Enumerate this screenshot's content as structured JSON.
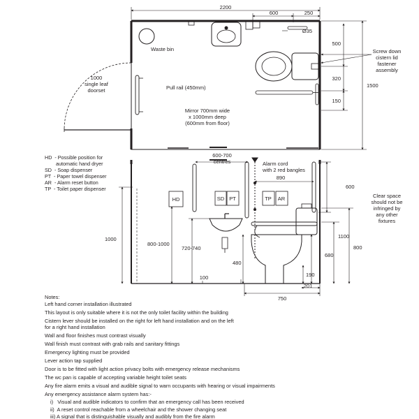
{
  "plan": {
    "overall_width": "2200",
    "dim_600": "600",
    "dim_250": "250",
    "dim_35": "Ø35",
    "dim_500": "500",
    "dim_320": "320",
    "dim_150": "150",
    "dim_1500": "1500",
    "waste_bin": "Waste bin",
    "door_lines": [
      "1000",
      "single leaf",
      "doorset"
    ],
    "pull_rail": "Pull rail (450mm)",
    "screw_lines": [
      "Screw down",
      "cistern lid",
      "fastener",
      "assembly"
    ],
    "mirror_lines": [
      "Mirror 700mm wide",
      "x 1000mm deep",
      "(600mm from floor)"
    ]
  },
  "elevation": {
    "centres_lines": [
      "600-700",
      "centres"
    ],
    "alarm_lines": [
      "Alarm cord",
      "with 2 red bangles"
    ],
    "dim_890": "890",
    "dim_600": "600",
    "clear_lines": [
      "Clear space",
      "should not be",
      "infringed by",
      "any other",
      "fixtures"
    ],
    "dim_1100": "1100",
    "dim_800": "800",
    "dim_680": "680",
    "dim_190": "190",
    "dim_201": "201",
    "dim_750": "750",
    "dim_1000": "1000",
    "dim_800_1000": "800-1000",
    "dim_720_740": "720-740",
    "dim_480": "480",
    "dim_100": "100",
    "box_hd": "HD",
    "box_sd": "SD",
    "box_pt": "PT",
    "box_tp": "TP",
    "box_ar": "AR"
  },
  "legend": [
    "HD  - Possible position for",
    "        automatic hand dryer",
    "SD  - Soap dispenser",
    "PT  - Paper towel dispenser",
    "AR  - Alarm reset button",
    "TP  - Toilet paper dispenser"
  ],
  "notes": {
    "heading": "Notes:",
    "lines": [
      "Left hand corner installation illustrated",
      "This layout is only suitable where it is not the only toilet facility within the building",
      "Cistern lever should be installed on the right for left hand installation and on the left",
      "for a right hand installation",
      "Wall and floor finishes must contrast visually",
      "Wall finish must contrast with grab rails and sanitary fittings",
      "Emergency lighting must be provided",
      "Lever action tap supplied",
      "Door is to be fitted with light action privacy bolts with emergency release mechanisms",
      "The wc pan is capable of accepting variable height toilet seats",
      "Any fire alarm emits a visual and audible signal to warn occupants with hearing or visual impairments",
      "Any emergency assistance alarm system has:-",
      "i)   Visual and audible indicators to confirm that an emergency call has been received",
      "ii)  A reset control reachable from a wheelchair and the shower changing seat",
      "iii) A signal that is distinguishable visually and audibly from the fire alarm"
    ]
  }
}
